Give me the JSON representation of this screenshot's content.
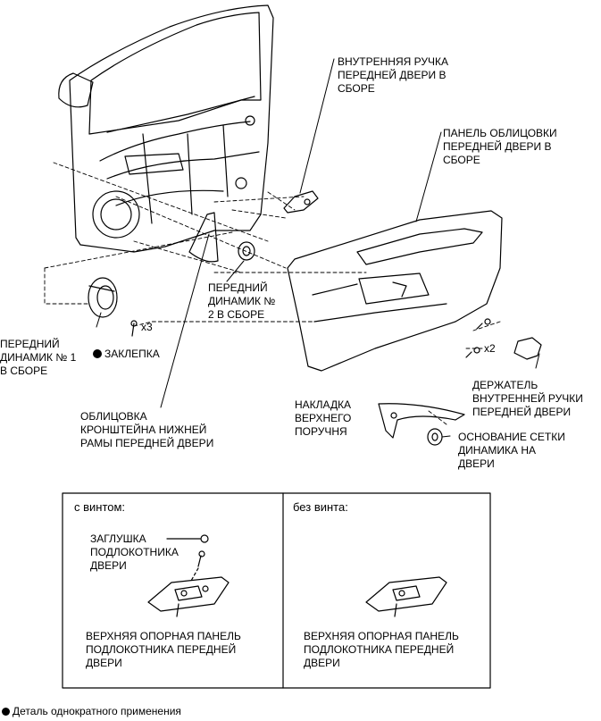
{
  "labels": {
    "inner_handle": "ВНУТРЕННЯЯ РУЧКА\nПЕРЕДНЕЙ ДВЕРИ В\nСБОРЕ",
    "trim_panel": "ПАНЕЛЬ ОБЛИЦОВКИ\nПЕРЕДНЕЙ ДВЕРИ В\nСБОРЕ",
    "speaker1": "ПЕРЕДНИЙ\nДИНАМИК № 1\nВ СБОРЕ",
    "x3": "x3",
    "rivet": "ЗАКЛЕПКА",
    "speaker2": "ПЕРЕДНИЙ\nДИНАМИК №\n2 В СБОРЕ",
    "x2": "x2",
    "handle_bezel": "ДЕРЖАТЕЛЬ\nВНУТРЕННЕЙ РУЧКИ\nПЕРЕДНЕЙ ДВЕРИ",
    "lower_frame_cover": "ОБЛИЦОВКА\nКРОНШТЕЙНА НИЖНЕЙ\nРАМЫ ПЕРЕДНЕЙ ДВЕРИ",
    "upper_armrest_cover": "НАКЛАДКА\nВЕРХНЕГО\nПОРУЧНЯ",
    "speaker_grille_base": "ОСНОВАНИЕ СЕТКИ\nДИНАМИКА НА\nДВЕРИ"
  },
  "box": {
    "left_title": "с винтом:",
    "right_title": "без винта:",
    "plug": "ЗАГЛУШКА\nПОДЛОКОТНИКА\nДВЕРИ",
    "left_panel": "ВЕРХНЯЯ ОПОРНАЯ ПАНЕЛЬ\nПОДЛОКОТНИКА ПЕРЕДНЕЙ\nДВЕРИ",
    "right_panel": "ВЕРХНЯЯ ОПОРНАЯ ПАНЕЛЬ\nПОДЛОКОТНИКА ПЕРЕДНЕЙ\nДВЕРИ"
  },
  "legend": "Деталь однократного применения"
}
